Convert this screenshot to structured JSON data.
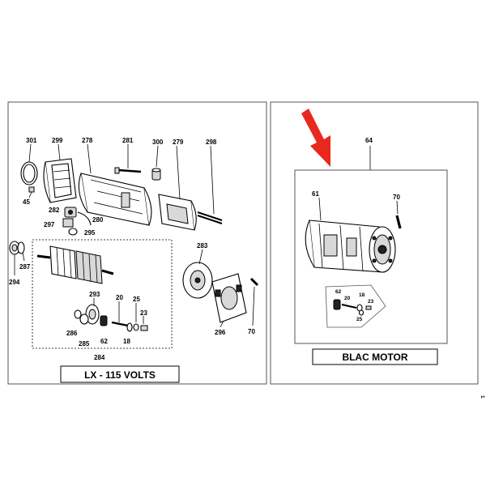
{
  "left_panel": {
    "caption": "LX - 115 VOLTS",
    "part_numbers": {
      "p301": "301",
      "p299": "299",
      "p278": "278",
      "p281": "281",
      "p300": "300",
      "p279": "279",
      "p298": "298",
      "p45": "45",
      "p282": "282",
      "p280": "280",
      "p297": "297",
      "p295": "295",
      "p283": "283",
      "p287": "287",
      "p294": "294",
      "p293": "293",
      "p20": "20",
      "p25": "25",
      "p23": "23",
      "p286": "286",
      "p62": "62",
      "p18": "18",
      "p285": "285",
      "p284": "284",
      "p296": "296",
      "p70": "70"
    }
  },
  "right_panel": {
    "caption": "BLAC MOTOR",
    "part_numbers": {
      "p64": "64",
      "p61": "61",
      "p70": "70",
      "p62": "62",
      "p18": "18",
      "p20": "20",
      "p23": "23",
      "p25": "25"
    }
  },
  "side_mark": "1",
  "colors": {
    "arrow": "#e8281e",
    "line": "#000000",
    "frame": "#555555"
  }
}
